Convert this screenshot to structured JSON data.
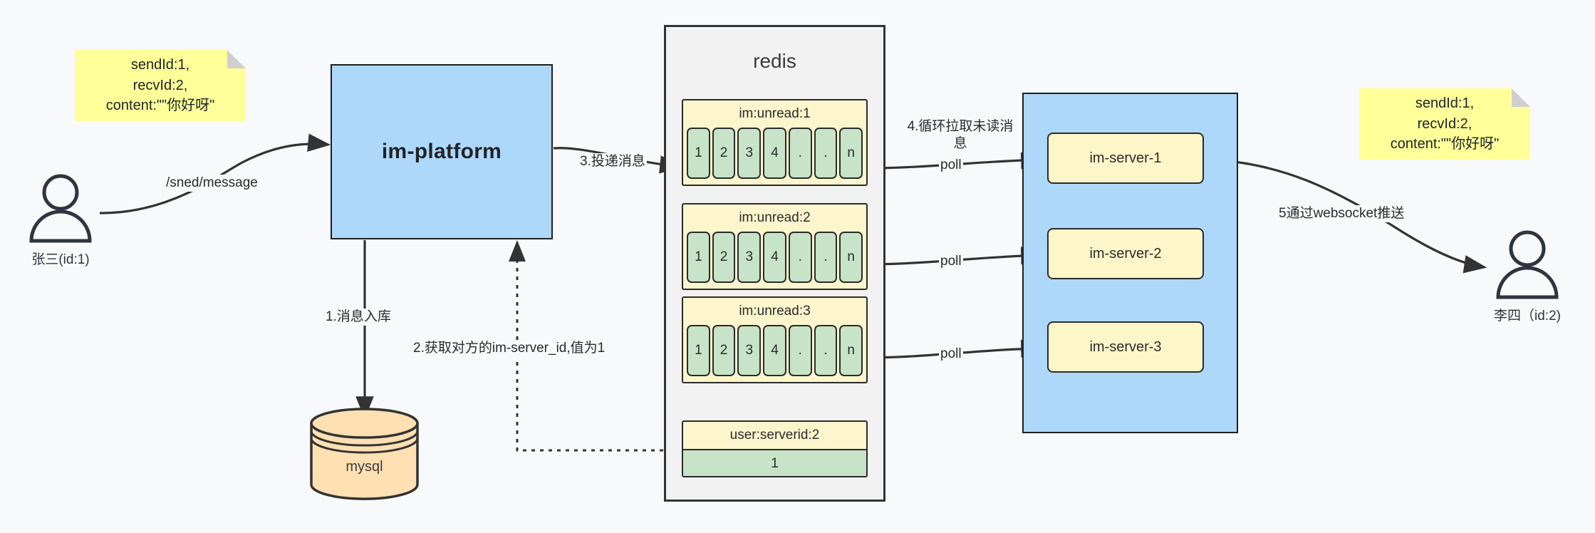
{
  "diagram": {
    "title": "IM message delivery architecture",
    "colors": {
      "note_yellow": "#ffff99",
      "process_blue": "#aed8fa",
      "key_yellow": "#fdf6cd",
      "cell_green": "#c7e3c8",
      "db_orange": "#ffe0b2",
      "stroke": "#2b2b2b",
      "canvas": "#f8f9fa"
    }
  },
  "actors": {
    "sender": {
      "label": "张三(id:1)",
      "icon": "user-icon"
    },
    "receiver": {
      "label": "李四（id:2)",
      "icon": "user-icon"
    }
  },
  "notes": {
    "left": "sendId:1,\nrecvId:2,\ncontent:\"\"你好呀\"",
    "right": "sendId:1,\nrecvId:2,\ncontent:\"\"你好呀\""
  },
  "platform": {
    "label": "im-platform"
  },
  "database": {
    "label": "mysql"
  },
  "redis": {
    "title": "redis",
    "keys": [
      {
        "name": "im:unread:1",
        "cells": [
          "1",
          "2",
          "3",
          "4",
          ".",
          ".",
          "n"
        ]
      },
      {
        "name": "im:unread:2",
        "cells": [
          "1",
          "2",
          "3",
          "4",
          ".",
          ".",
          "n"
        ]
      },
      {
        "name": "im:unread:3",
        "cells": [
          "1",
          "2",
          "3",
          "4",
          ".",
          ".",
          "n"
        ]
      }
    ],
    "kv": {
      "name": "user:serverid:2",
      "value": "1"
    }
  },
  "servers": {
    "items": [
      {
        "label": "im-server-1"
      },
      {
        "label": "im-server-2"
      },
      {
        "label": "im-server-3"
      }
    ]
  },
  "edge_labels": {
    "send_message": "/sned/message",
    "step1": "1.消息入库",
    "step2": "2.获取对方的im-server_id,值为1",
    "step3": "3.投递消息",
    "step4": "4.循环拉取未读消\n息",
    "poll1": "poll",
    "poll2": "poll",
    "poll3": "poll",
    "step5": "5通过websocket推送"
  }
}
